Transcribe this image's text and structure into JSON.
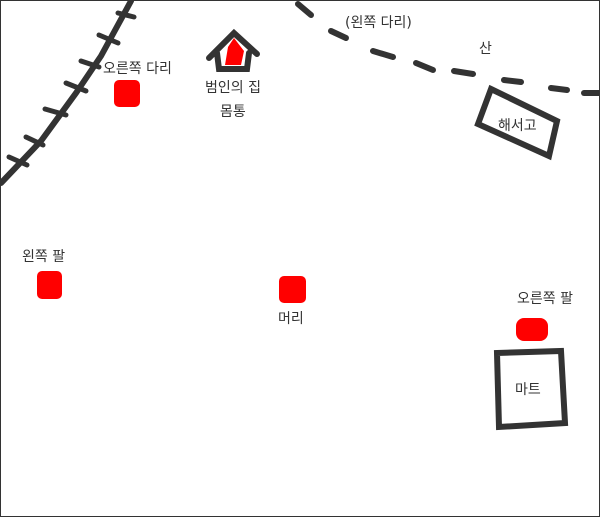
{
  "labels": {
    "right_leg_top": "오른쪽 다리",
    "criminal_house": "범인의 집",
    "torso": "몸통",
    "left_leg": "(왼쪽 다리)",
    "mountain": "산",
    "police_station": "해서고",
    "left_arm": "왼쪽 팔",
    "head": "머리",
    "right_arm": "오른쪽 팔",
    "mart": "마트"
  },
  "colors": {
    "ink": "#333333",
    "marker": "#ff0000"
  }
}
